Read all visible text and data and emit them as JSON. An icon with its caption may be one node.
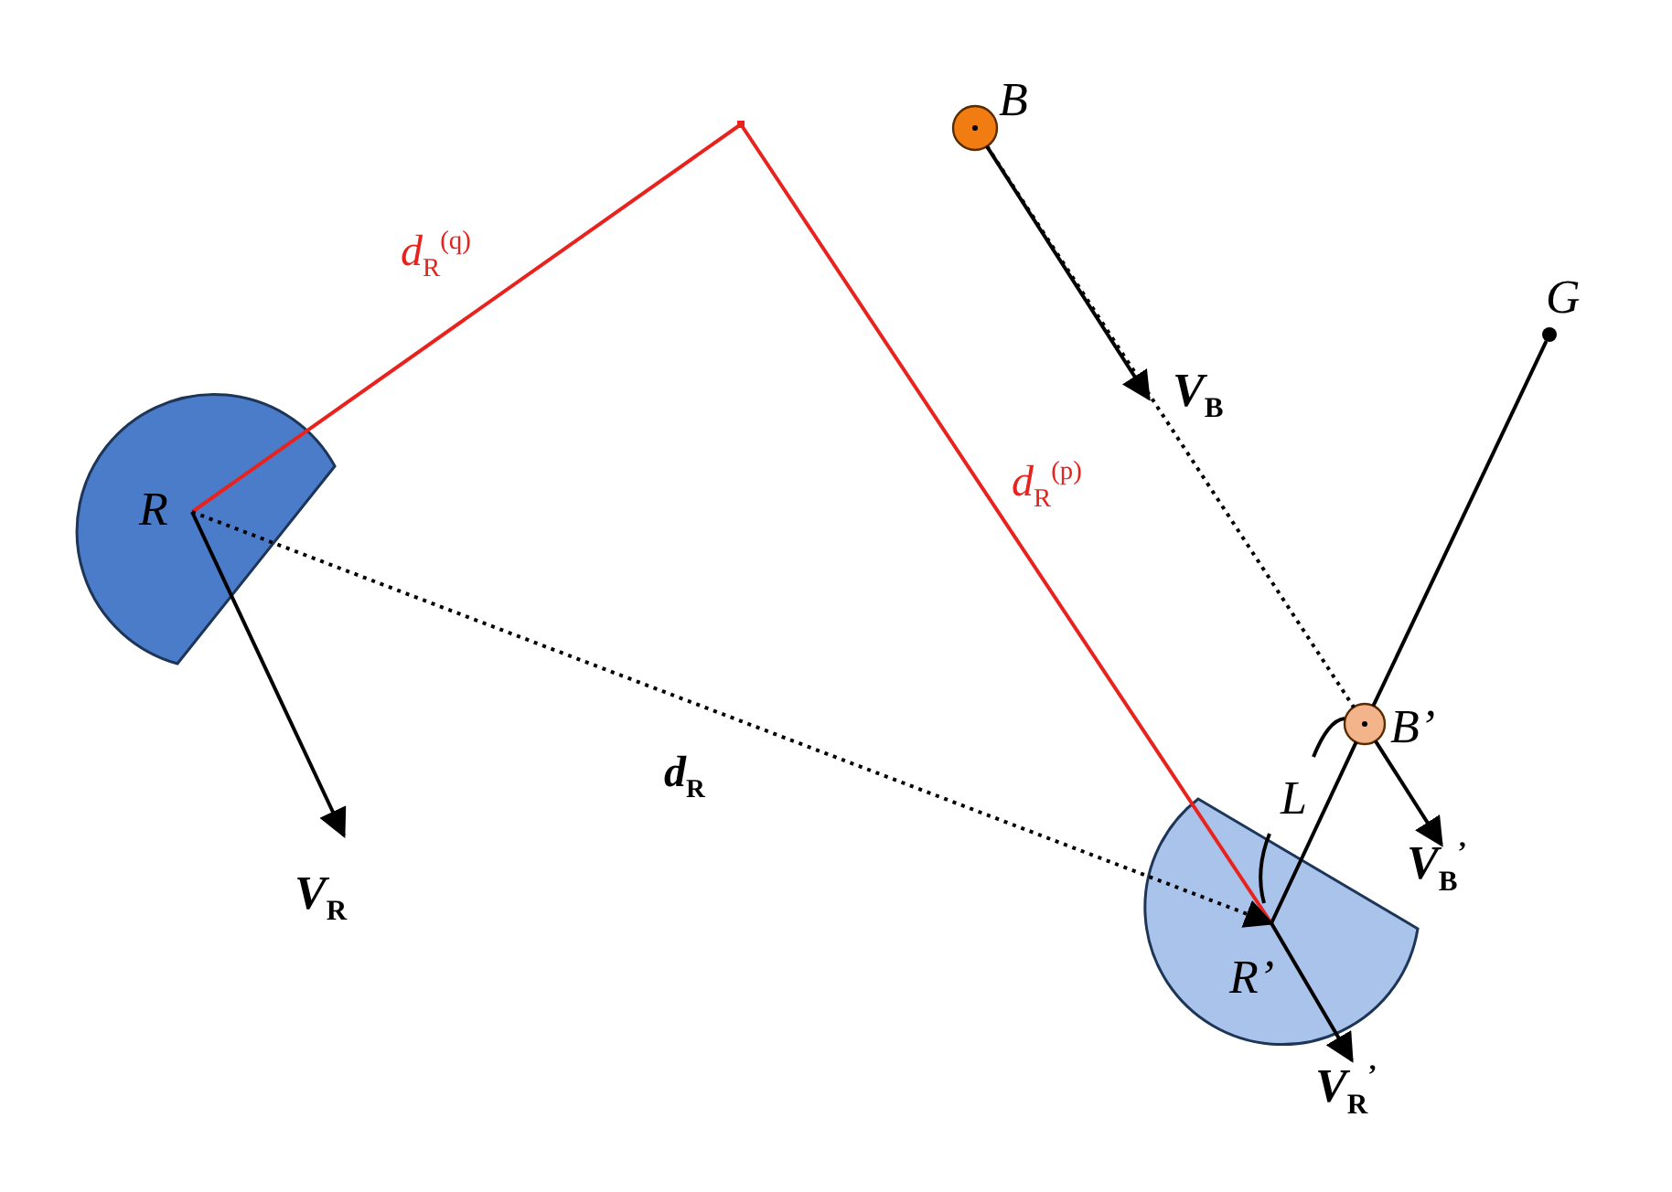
{
  "diagram": {
    "nodes": [
      {
        "text": [
          "R"
        ]
      },
      {
        "text": [
          "R’"
        ]
      },
      {
        "text": [
          "B"
        ]
      },
      {
        "text": [
          "B’"
        ]
      },
      {
        "text": [
          "G"
        ]
      },
      {
        "text": [],
        "shape": "point"
      }
    ],
    "edges": [
      {
        "from": 0,
        "to": 5,
        "arrow": "none",
        "label": "*d*$_{R}$$^{(q)}$",
        "color": "#e8231e"
      },
      {
        "from": 5,
        "to": 1,
        "arrow": "none",
        "label": "*d*$_{R}$$^{(p)}$",
        "color": "#e8231e"
      },
      {
        "from": 0,
        "to": 1,
        "arrow": "to",
        "label": "*d*$_{R}$",
        "style": "dashed"
      },
      {
        "from": 2,
        "to": 3,
        "arrow": "none",
        "style": "dashed"
      },
      {
        "from": 4,
        "to": 3,
        "arrow": "none"
      },
      {
        "from": 3,
        "to": 1,
        "arrow": "none"
      },
      {
        "from": 0,
        "to": null,
        "arrow": "to",
        "label": "*V*$_{R}$"
      },
      {
        "from": 2,
        "to": null,
        "arrow": "to",
        "label": "*V*$_{B}$"
      },
      {
        "from": 3,
        "to": null,
        "arrow": "to",
        "label": "*V*$_{B}$$^{’}$"
      },
      {
        "from": 1,
        "to": null,
        "arrow": "to",
        "label": "*V*$_{R}$$^{’}$"
      }
    ],
    "labels": [
      "L"
    ]
  }
}
